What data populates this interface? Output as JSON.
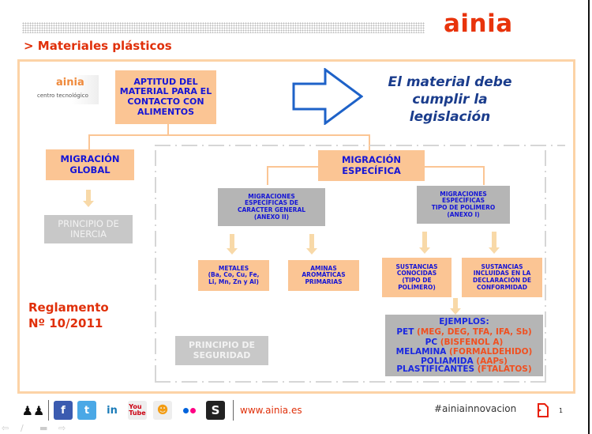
{
  "header": {
    "brand": "ainia",
    "section_title": "> Materiales plásticos"
  },
  "logo": {
    "name": "ainia",
    "subtitle": "centro tecnológico"
  },
  "diagram": {
    "root": [
      "APTITUD DEL",
      "MATERIAL PARA EL",
      "CONTACTO CON",
      "ALIMENTOS"
    ],
    "slogan": [
      "El material debe",
      "cumplir la",
      "legislación"
    ],
    "global": [
      "MIGRACIÓN",
      "GLOBAL"
    ],
    "inercia": [
      "PRINCIPIO DE",
      "INERCIA"
    ],
    "especifica": [
      "MIGRACIÓN",
      "ESPECÍFICA"
    ],
    "general": [
      "MIGRACIONES",
      "ESPECÍFICAS DE",
      "CARACTER GENERAL",
      "(ANEXO  II)"
    ],
    "polimero": [
      "MIGRACIONES",
      "ESPECÍFICAS",
      "TIPO DE POLÍMERO",
      "(ANEXO I)"
    ],
    "metales": [
      "METALES",
      "(Ba, Co, Cu, Fe,",
      "Li, Mn, Zn y Al)"
    ],
    "aminas": [
      "AMINAS",
      "AROMÁTICAS",
      "PRIMARIAS"
    ],
    "conocidas": [
      "SUSTANCIAS",
      "CONOCIDAS",
      "(TIPO DE",
      "POLÍMERO)"
    ],
    "incluidas": [
      "SUSTANCIAS",
      "INCLUIDAS EN LA",
      "DECLARACIÓN DE",
      "CONFORMIDAD"
    ],
    "seguridad": [
      "PRINCIPIO DE",
      "SEGURIDAD"
    ],
    "ejemplos_title": "EJEMPLOS:",
    "ejemplos": [
      {
        "name": "PET",
        "detail": "(MEG, DEG, TFA, IFA, Sb)"
      },
      {
        "name": "PC",
        "detail": "(BISFENOL A)"
      },
      {
        "name": "MELAMINA",
        "detail": "(FORMALDEHIDO)"
      },
      {
        "name": "POLIAMIDA",
        "detail": "(AAPs)"
      },
      {
        "name": "PLASTIFICANTES",
        "detail": "(FTALATOS)"
      }
    ]
  },
  "regulation": [
    "Reglamento",
    "Nº 10/2011"
  ],
  "footer": {
    "social": [
      "people-icon",
      "facebook-icon",
      "twitter-icon",
      "linkedin-icon",
      "youtube-icon",
      "slideshare-icon",
      "flickr-icon",
      "scribd-icon"
    ],
    "url": "www.ainia.es",
    "hashtag": "#ainiainnovacion",
    "page": "1"
  },
  "colors": {
    "brand_red": "#e0300a",
    "box_orange": "#fbc594",
    "box_grey": "#b5b5b5",
    "text_blue": "#1515d6"
  }
}
